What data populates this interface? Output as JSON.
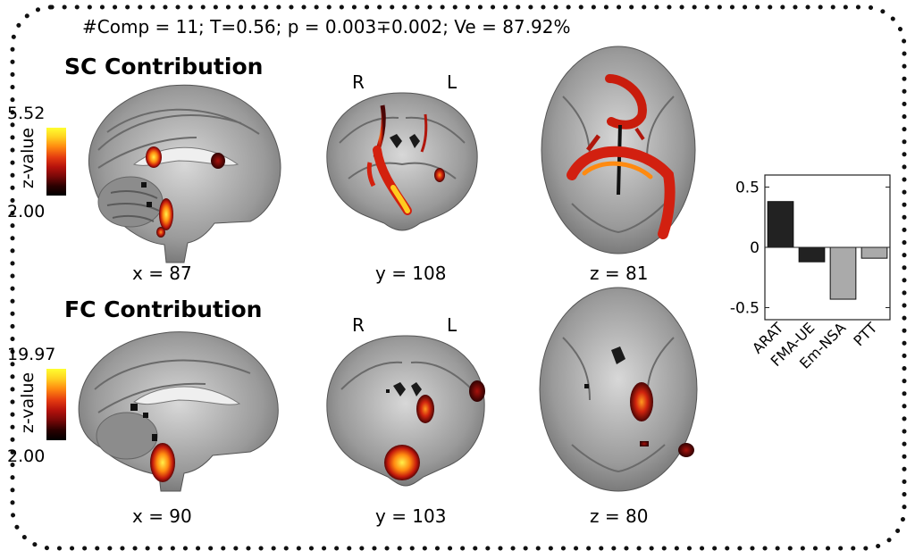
{
  "header": "#Comp = 11; T=0.56; p = 0.003∓0.002; Ve = 87.92%",
  "sc": {
    "title": "SC Contribution",
    "colorbar": {
      "max": "5.52",
      "min": "2.00",
      "label": "z-value"
    },
    "slices": {
      "sagittal": "x = 87",
      "coronal": "y = 108",
      "axial": "z = 81"
    },
    "orientation": {
      "right": "R",
      "left": "L"
    }
  },
  "fc": {
    "title": "FC Contribution",
    "colorbar": {
      "max": "19.97",
      "min": "2.00",
      "label": "z-value"
    },
    "slices": {
      "sagittal": "x = 90",
      "coronal": "y = 103",
      "axial": "z = 80"
    },
    "orientation": {
      "right": "R",
      "left": "L"
    }
  },
  "chart_data": {
    "type": "bar",
    "categories": [
      "ARAT",
      "FMA-UE",
      "Em-NSA",
      "PTT"
    ],
    "values": [
      0.38,
      -0.12,
      -0.43,
      -0.09
    ],
    "colors": [
      "#222222",
      "#222222",
      "#aaaaaa",
      "#aaaaaa"
    ],
    "ylim": [
      -0.6,
      0.6
    ],
    "yticks": [
      0.5,
      0,
      -0.5
    ],
    "ytick_labels": [
      "0.5",
      "0",
      "-0.5"
    ],
    "title": "",
    "xlabel": "",
    "ylabel": ""
  }
}
